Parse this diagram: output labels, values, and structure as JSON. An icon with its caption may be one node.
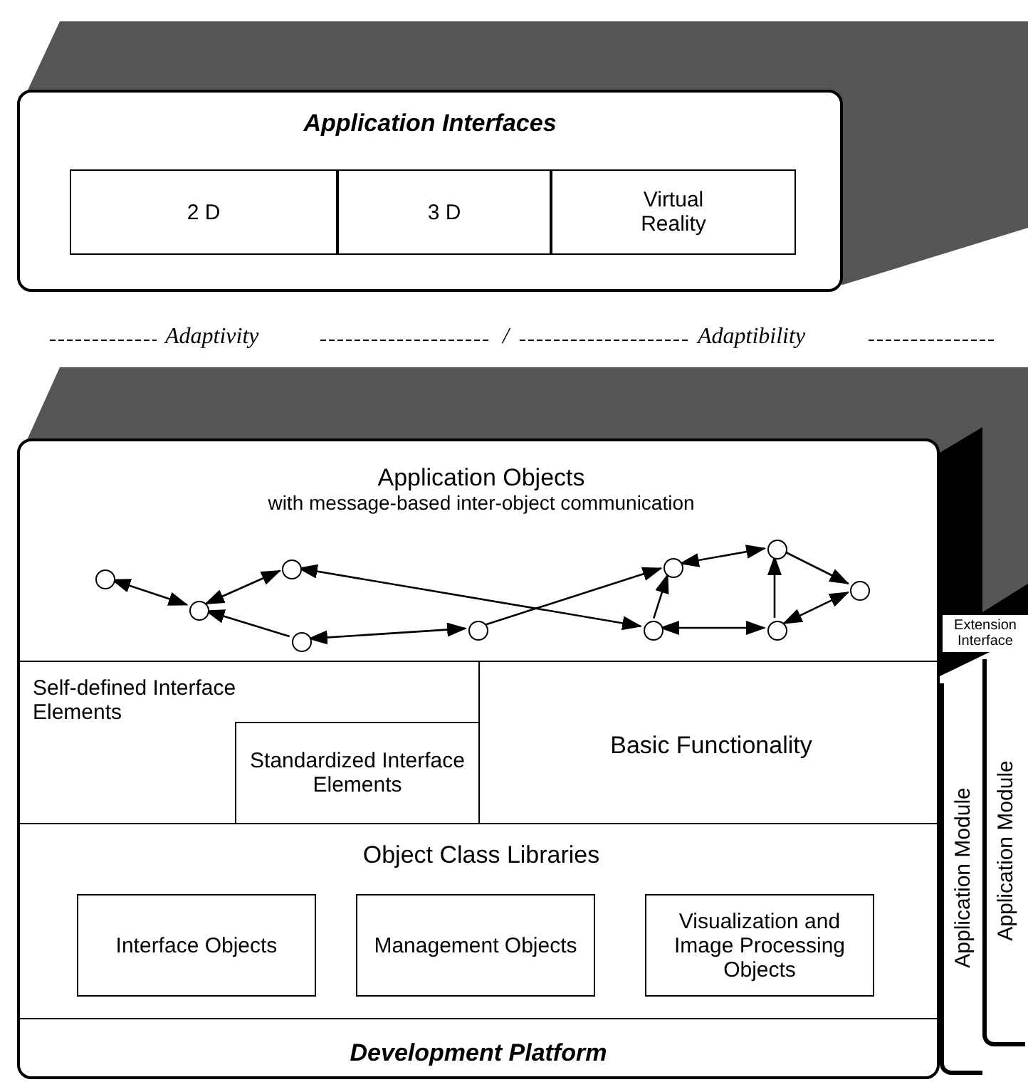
{
  "diagram": {
    "nodes": [
      {
        "text": [
          "Application Interfaces"
        ]
      },
      {
        "text": [
          "2 D"
        ],
        "in": 0
      },
      {
        "text": [
          "3 D"
        ],
        "in": 0
      },
      {
        "text": [
          "Virtual Reality"
        ],
        "in": 0
      },
      {
        "text": [
          "Development Platform"
        ]
      },
      {
        "text": [
          "Application Objects",
          "with message-based inter-object communication"
        ],
        "in": 4
      },
      {
        "text": [],
        "shape": "circle",
        "in": 5
      },
      {
        "text": [],
        "shape": "circle",
        "in": 5
      },
      {
        "text": [],
        "shape": "circle",
        "in": 5
      },
      {
        "text": [],
        "shape": "circle",
        "in": 5
      },
      {
        "text": [],
        "shape": "circle",
        "in": 5
      },
      {
        "text": [],
        "shape": "circle",
        "in": 5
      },
      {
        "text": [],
        "shape": "circle",
        "in": 5
      },
      {
        "text": [],
        "shape": "circle",
        "in": 5
      },
      {
        "text": [],
        "shape": "circle",
        "in": 5
      },
      {
        "text": [],
        "shape": "circle",
        "in": 5
      },
      {
        "text": [
          "Self-defined Interface Elements"
        ],
        "in": 4
      },
      {
        "text": [
          "Standardized Interface Elements"
        ],
        "in": 16
      },
      {
        "text": [
          "Basic Functionality"
        ],
        "in": 4
      },
      {
        "text": [
          "Object Class Libraries"
        ],
        "in": 4
      },
      {
        "text": [
          "Interface Objects"
        ],
        "in": 19
      },
      {
        "text": [
          "Management Objects"
        ],
        "in": 19
      },
      {
        "text": [
          "Visualization and Image Processing Objects"
        ],
        "in": 19
      },
      {
        "text": [
          "Extension Interface"
        ]
      },
      {
        "text": [
          "Application Module"
        ]
      },
      {
        "text": [
          "Application Module"
        ]
      }
    ],
    "edges": [
      {
        "from": 6,
        "to": 7,
        "arrow": "both"
      },
      {
        "from": 7,
        "to": 8,
        "arrow": "both"
      },
      {
        "from": 9,
        "to": 7,
        "arrow": "to"
      },
      {
        "from": 9,
        "to": 10,
        "arrow": "both"
      },
      {
        "from": 10,
        "to": 11,
        "arrow": "to"
      },
      {
        "from": 8,
        "to": 14,
        "arrow": "both"
      },
      {
        "from": 14,
        "to": 11,
        "arrow": "to"
      },
      {
        "from": 11,
        "to": 12,
        "arrow": "both"
      },
      {
        "from": 12,
        "to": 13,
        "arrow": "to"
      },
      {
        "from": 13,
        "to": 15,
        "arrow": "both"
      },
      {
        "from": 15,
        "to": 12,
        "arrow": "to"
      },
      {
        "from": 14,
        "to": 15,
        "arrow": "both"
      }
    ],
    "labels": [
      "Adaptivity",
      "/",
      "Adaptibility"
    ]
  }
}
